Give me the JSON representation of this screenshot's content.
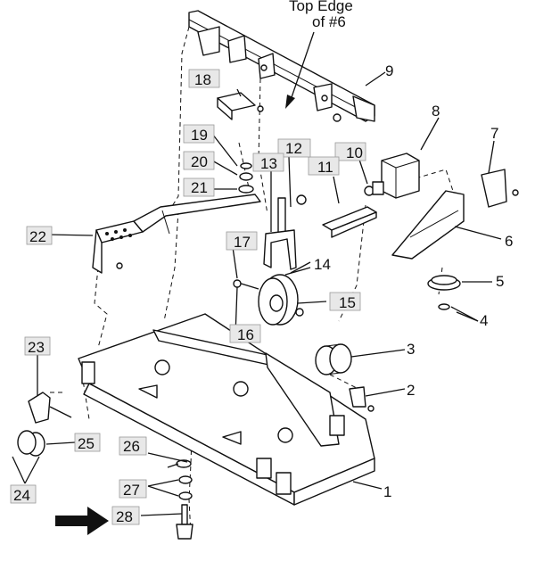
{
  "callout": {
    "line1": "Top Edge",
    "line2": "of #6"
  },
  "labels": [
    {
      "id": "n1",
      "text": "1"
    },
    {
      "id": "n2",
      "text": "2"
    },
    {
      "id": "n3",
      "text": "3"
    },
    {
      "id": "n4",
      "text": "4"
    },
    {
      "id": "n5",
      "text": "5"
    },
    {
      "id": "n6",
      "text": "6"
    },
    {
      "id": "n7",
      "text": "7"
    },
    {
      "id": "n8",
      "text": "8"
    },
    {
      "id": "n9",
      "text": "9"
    },
    {
      "id": "n10",
      "text": "10"
    },
    {
      "id": "n11",
      "text": "11"
    },
    {
      "id": "n12",
      "text": "12"
    },
    {
      "id": "n13",
      "text": "13"
    },
    {
      "id": "n14",
      "text": "14"
    },
    {
      "id": "n15",
      "text": "15"
    },
    {
      "id": "n16",
      "text": "16"
    },
    {
      "id": "n17",
      "text": "17"
    },
    {
      "id": "n18",
      "text": "18"
    },
    {
      "id": "n19",
      "text": "19"
    },
    {
      "id": "n20",
      "text": "20"
    },
    {
      "id": "n21",
      "text": "21"
    },
    {
      "id": "n22",
      "text": "22"
    },
    {
      "id": "n23",
      "text": "23"
    },
    {
      "id": "n24",
      "text": "24"
    },
    {
      "id": "n25",
      "text": "25"
    },
    {
      "id": "n26",
      "text": "26"
    },
    {
      "id": "n27",
      "text": "27"
    },
    {
      "id": "n28",
      "text": "28"
    }
  ],
  "colors": {
    "line": "#111111",
    "label_box": "#e8e8e8",
    "background": "#ffffff"
  }
}
